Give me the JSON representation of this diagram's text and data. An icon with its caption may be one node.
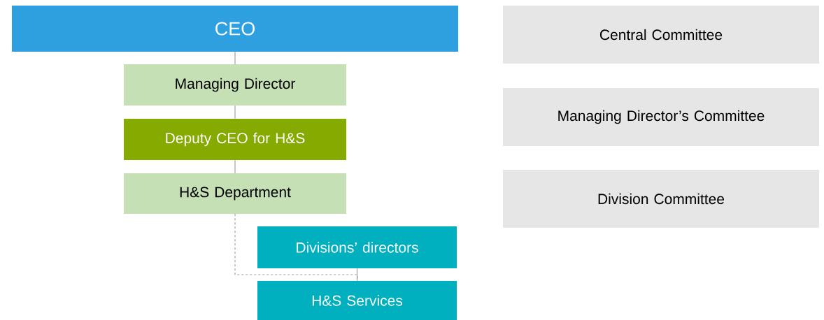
{
  "diagram": {
    "nodes": [
      {
        "text": [
          "CEO"
        ]
      },
      {
        "text": [
          "Managing Director"
        ]
      },
      {
        "text": [
          "Deputy CEO for H&S"
        ]
      },
      {
        "text": [
          "H&S Department"
        ]
      },
      {
        "text": [
          "Divisions’ directors"
        ]
      },
      {
        "text": [
          "H&S Services"
        ]
      },
      {
        "text": [
          "Central Committee"
        ]
      },
      {
        "text": [
          "Managing Director’s Committee"
        ]
      },
      {
        "text": [
          "Division Committee"
        ]
      }
    ],
    "edges": [
      {
        "from": 0,
        "to": 1,
        "arrow": "none"
      },
      {
        "from": 1,
        "to": 2,
        "arrow": "none"
      },
      {
        "from": 2,
        "to": 3,
        "arrow": "none"
      },
      {
        "from": 3,
        "to": 5,
        "arrow": "none",
        "style": "dashed"
      },
      {
        "from": 4,
        "to": 5,
        "arrow": "none"
      }
    ]
  }
}
